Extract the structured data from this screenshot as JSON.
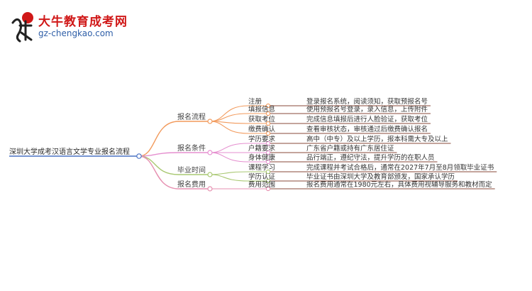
{
  "brand": {
    "name": "大牛教育成考网",
    "url": "gz-chengkao.com",
    "logo_text": "大牛"
  },
  "mindmap": {
    "root": "深圳大学成考汉语言文学专业报名流程",
    "branches": [
      {
        "label": "报名流程",
        "color": "#f29a5c",
        "children": [
          {
            "label": "注册",
            "detail": "登录报名系统，阅读须知，获取预报名号"
          },
          {
            "label": "填报信息",
            "detail": "使用预报名号登录，录入信息，上传附件"
          },
          {
            "label": "获取考位",
            "detail": "完成信息填报后进行人脸验证，获取考位"
          },
          {
            "label": "缴费确认",
            "detail": "查看审核状态，审核通过后缴费确认报名"
          }
        ]
      },
      {
        "label": "报名条件",
        "color": "#e58fcf",
        "children": [
          {
            "label": "学历要求",
            "detail": "高中（中专）及以上学历，报本科需大专及以上"
          },
          {
            "label": "户籍要求",
            "detail": "广东省户籍或持有广东居住证"
          },
          {
            "label": "身体健康",
            "detail": "品行端正，遵纪守法，提升学历的在职人员"
          }
        ]
      },
      {
        "label": "毕业时间",
        "color": "#a9c872",
        "children": [
          {
            "label": "课程学习",
            "detail": "完成课程并考试合格后，通常在2027年7月至8月领取毕业证书"
          },
          {
            "label": "学历认证",
            "detail": "毕业证书由深圳大学及教育部颁发，国家承认学历"
          }
        ]
      },
      {
        "label": "报名费用",
        "color": "#e68fb0",
        "children": [
          {
            "label": "费用范围",
            "detail": "报名费用通常在1980元左右，具体费用视辅导服务和教材而定"
          }
        ]
      }
    ]
  }
}
